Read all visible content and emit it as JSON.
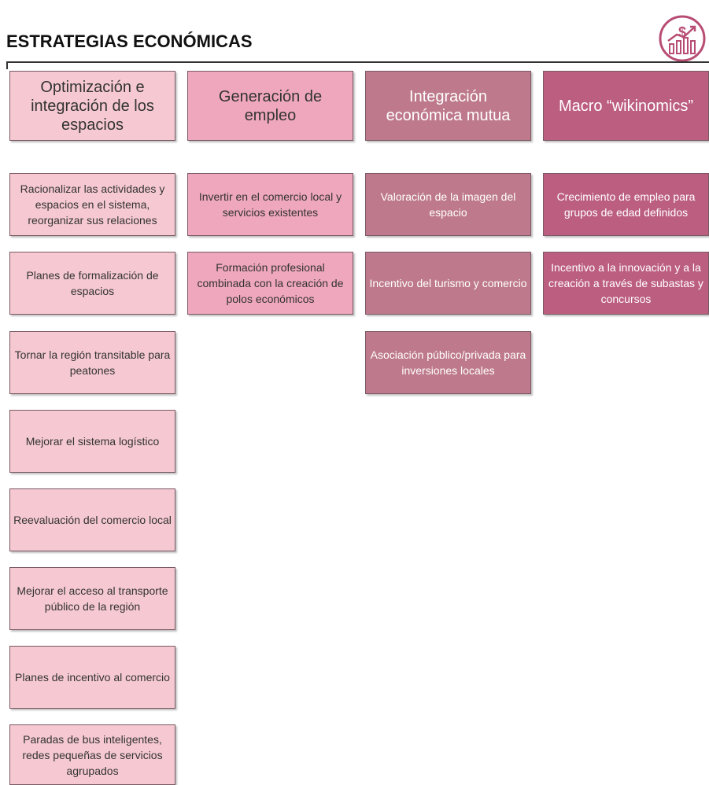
{
  "title": "ESTRATEGIAS ECONÓMICAS",
  "logo_icon": "money-growth-chart-icon",
  "colors": {
    "col1": "#f6c9d2",
    "col2": "#efa7bd",
    "col3": "#be7a8c",
    "col4": "#bc5e7f",
    "logo": "#b84d73"
  },
  "columns": [
    {
      "header": "Optimización e integración de los espacios",
      "items": [
        "Racionalizar las actividades y espacios en el sistema, reorganizar sus relaciones",
        "Planes de formalización de espacios",
        "Tornar la región transitable para peatones",
        "Mejorar el sistema logístico",
        "Reevaluación del comercio local",
        "Mejorar el acceso al transporte público de la región",
        "Planes de incentivo al comercio",
        "Paradas de bus inteligentes, redes pequeñas de servicios agrupados"
      ]
    },
    {
      "header": "Generación de empleo",
      "items": [
        "Invertir en el comercio local y servicios existentes",
        "Formación profesional combinada con la creación de polos económicos"
      ]
    },
    {
      "header": "Integración económica mutua",
      "items": [
        "Valoración de la imagen del espacio",
        "Incentivo del turismo y comercio",
        "Asociación público/privada para inversiones locales"
      ]
    },
    {
      "header": "Macro “wikinomics”",
      "items": [
        "Crecimiento de empleo para grupos de edad definidos",
        "Incentivo a la innovación y a la creación a través de subastas y concursos"
      ]
    }
  ]
}
